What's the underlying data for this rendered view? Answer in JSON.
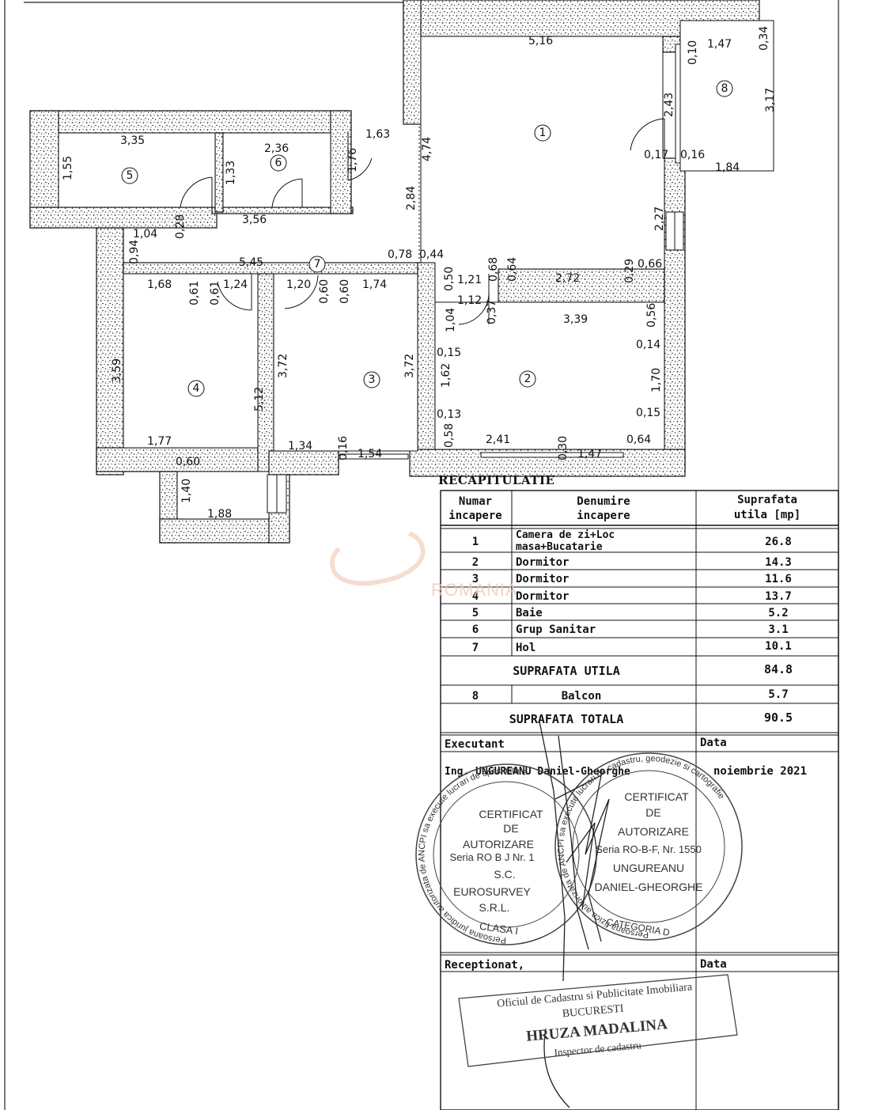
{
  "plan": {
    "rooms": [
      {
        "number": "1"
      },
      {
        "number": "2"
      },
      {
        "number": "3"
      },
      {
        "number": "4"
      },
      {
        "number": "5"
      },
      {
        "number": "6"
      },
      {
        "number": "7"
      },
      {
        "number": "8"
      }
    ],
    "dimensions": {
      "d_516": "5,16",
      "d_010": "0,10",
      "d_147a": "1,47",
      "d_034": "0,34",
      "d_317": "3,17",
      "d_243": "2,43",
      "d_017": "0,17",
      "d_016": "0,16",
      "d_184": "1,84",
      "d_163": "1,63",
      "d_474": "4,74",
      "d_284": "2,84",
      "d_176": "1,76",
      "d_335": "3,35",
      "d_155": "1,55",
      "d_236": "2,36",
      "d_133": "1,33",
      "d_356": "3,56",
      "d_028": "0,28",
      "d_104": "1,04",
      "d_094": "0,94",
      "d_227": "2,27",
      "d_545": "5,45",
      "d_078": "0,78",
      "d_044": "0,44",
      "d_050": "0,50",
      "d_068": "0,68",
      "d_064": "0,64",
      "d_272": "2,72",
      "d_029": "0,29",
      "d_066": "0,66",
      "d_168": "1,68",
      "d_061a": "0,61",
      "d_061b": "0,61",
      "d_124": "1,24",
      "d_120": "1,20",
      "d_060a": "0,60",
      "d_060b": "0,60",
      "d_174": "1,74",
      "d_121": "1,21",
      "d_112": "1,12",
      "d_037": "0,37",
      "d_339": "3,39",
      "d_056": "0,56",
      "d_014": "0,14",
      "d_104b": "1,04",
      "d_015a": "0,15",
      "d_359": "3,59",
      "d_372a": "3,72",
      "d_372b": "3,72",
      "d_162": "1,62",
      "d_170": "1,70",
      "d_512": "5,12",
      "d_013": "0,13",
      "d_015b": "0,15",
      "d_058": "0,58",
      "d_177": "1,77",
      "d_134": "1,34",
      "d_016b": "0,16",
      "d_154": "1,54",
      "d_241": "2,41",
      "d_030": "0,30",
      "d_147b": "1,47",
      "d_064b": "0,64",
      "d_060c": "0,60",
      "d_140": "1,40",
      "d_188": "1,88"
    }
  },
  "watermark": {
    "text": "ROMANIA"
  },
  "recap": {
    "title": "RECAPITULATIE",
    "headers": {
      "num": [
        "Numar",
        "incapere"
      ],
      "name": [
        "Denumire",
        "incapere"
      ],
      "area": [
        "Suprafata",
        "utila [mp]"
      ]
    },
    "rows": [
      {
        "num": "1",
        "name": "Camera de zi+Loc",
        "name2": "masa+Bucatarie",
        "area": "26.8"
      },
      {
        "num": "2",
        "name": "Dormitor",
        "area": "14.3"
      },
      {
        "num": "3",
        "name": "Dormitor",
        "area": "11.6"
      },
      {
        "num": "4",
        "name": "Dormitor",
        "area": "13.7"
      },
      {
        "num": "5",
        "name": "Baie",
        "area": "5.2"
      },
      {
        "num": "6",
        "name": "Grup Sanitar",
        "area": "3.1"
      },
      {
        "num": "7",
        "name": "Hol",
        "area": "10.1"
      }
    ],
    "useful_label": "SUPRAFATA UTILA",
    "useful_value": "84.8",
    "balcony": {
      "num": "8",
      "name": "Balcon",
      "area": "5.7"
    },
    "total_label": "SUPRAFATA TOTALA",
    "total_value": "90.5",
    "executant_label": "Executant",
    "data_label": "Data",
    "executant_name": "Ing. UNGUREANU Daniel-Gheorghe",
    "executant_date": "noiembrie 2021",
    "receptionat_label": "Receptionat,",
    "data_label_2": "Data"
  },
  "stamps": {
    "left": {
      "ring": "Persoana juridica autorizata de ANCPI sa execute lucrari de specialitate",
      "lines": [
        "CERTIFICAT",
        "DE",
        "AUTORIZARE",
        "Seria RO B J Nr. 1",
        "S.C.",
        "EUROSURVEY",
        "S.R.L.",
        "CLASA I"
      ]
    },
    "right": {
      "ring": "Persoana fizica autorizata de ANCPI sa execute lucrari de cadastru, geodezie si cartografie",
      "lines": [
        "CERTIFICAT",
        "DE",
        "AUTORIZARE",
        "Seria RO-B-F, Nr. 1550",
        "UNGUREANU",
        "DANIEL-GHEORGHE",
        "CATEGORIA D"
      ]
    },
    "ocpi": {
      "lines": [
        "Oficiul de Cadastru si Publicitate Imobiliara",
        "BUCURESTI",
        "HRUZA MADALINA",
        "Inspector de cadastru"
      ]
    }
  },
  "colors": {
    "ink": "#111111",
    "watermark": "#f0c9b6",
    "stamp": "#333333"
  }
}
